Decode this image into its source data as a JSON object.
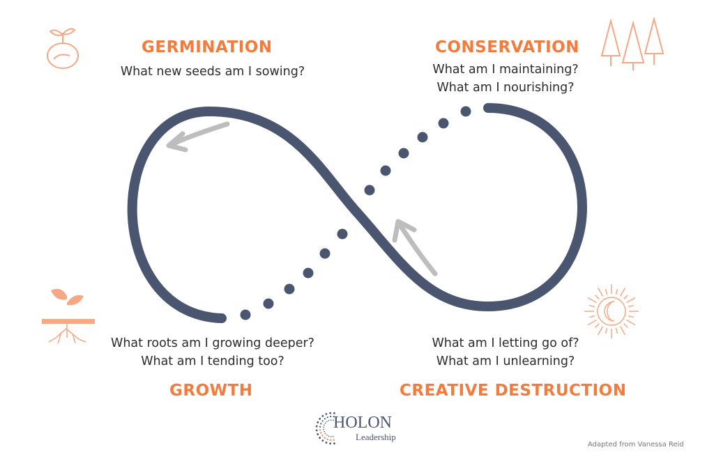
{
  "quadrants": {
    "germination": {
      "title": "GERMINATION",
      "questions": [
        "What new seeds am I sowing?"
      ]
    },
    "conservation": {
      "title": "CONSERVATION",
      "questions": [
        "What am I maintaining?",
        "What am I nourishing?"
      ]
    },
    "growth": {
      "title": "GROWTH",
      "questions": [
        "What roots am I growing deeper?",
        "What am I tending too?"
      ]
    },
    "creative_destruction": {
      "title": "CREATIVE DESTRUCTION",
      "questions": [
        "What am I letting go of?",
        "What am I unlearning?"
      ]
    }
  },
  "logo": {
    "name": "HOLON",
    "sub": "Leadership"
  },
  "credit": "Adapted from Vanessa Reid",
  "colors": {
    "accent": "#f47b3c",
    "curve": "#4a5670",
    "arrow": "#bdbdbd",
    "icon": "#f5a883"
  }
}
